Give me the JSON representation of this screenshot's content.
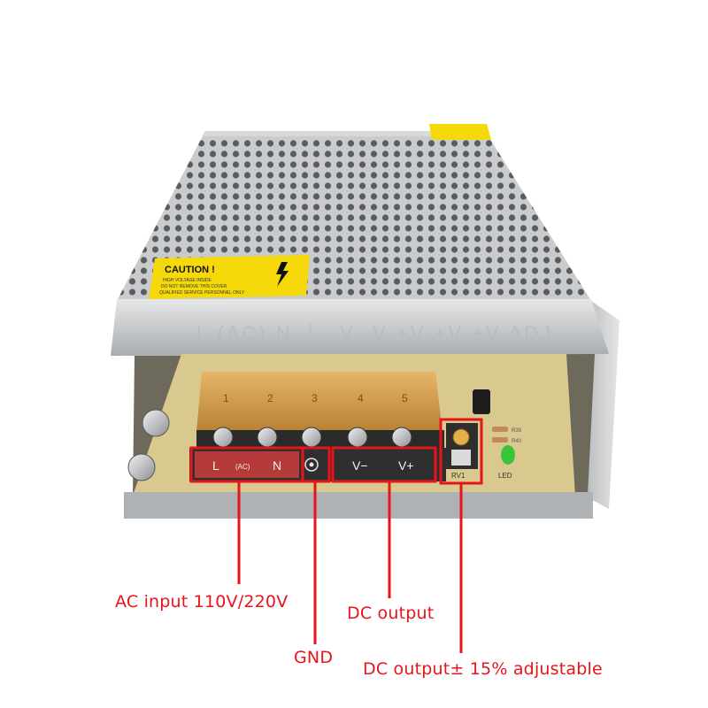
{
  "caution": {
    "title": "CAUTION !",
    "warning_lines": [
      "HIGH VOLTAGE INSIDE",
      "DO NOT REMOVE THIS COVER",
      "QUALIFIED SERVICE PERSONNEL ONLY"
    ]
  },
  "embossed_label": "L (AC) N  ⏚  -V -V +V +V  +V ADJ",
  "terminals": {
    "numbers": [
      "1",
      "2",
      "3",
      "4",
      "5"
    ],
    "ac": {
      "l": "L",
      "mid": "(AC)",
      "n": "N"
    },
    "dc": {
      "minus": "V−",
      "plus": "V+"
    }
  },
  "board": {
    "pot": "RV1",
    "led": "LED",
    "r1": "R39",
    "r2": "R40"
  },
  "callouts": {
    "ac_input": "AC input 110V/220V",
    "gnd": "GND",
    "dc_output": "DC output",
    "adjustable": "DC output± 15% adjustable"
  },
  "colors": {
    "callout_red": "#e8141c",
    "caution_yellow": "#f5d90a",
    "terminal_amber": "#d9a24a",
    "led_green": "#3ac43a"
  }
}
